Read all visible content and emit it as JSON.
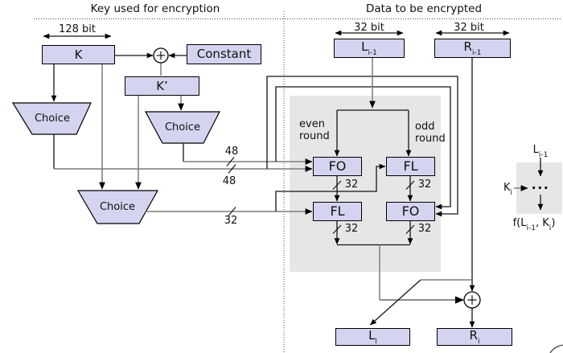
{
  "colors": {
    "box_fill": "#d4d4f0",
    "panel_fill": "#e6e6e6",
    "wire_gray": "#7d7d7d",
    "line_black": "#141414"
  },
  "headers": {
    "left": "Key used for encryption",
    "right": "Data to be encrypted"
  },
  "key_panel": {
    "width_label": "128 bit",
    "k": "K",
    "constant": "Constant",
    "k_prime": "K’",
    "choice_top": "Choice",
    "choice_mid": "Choice",
    "choice_bottom": "Choice",
    "bus_48_upper": "48",
    "bus_48_lower": "48",
    "bus_32": "32"
  },
  "data_panel": {
    "width_label_left": "32 bit",
    "width_label_right": "32 bit",
    "l_prev": {
      "base": "L",
      "sub": "i-1"
    },
    "r_prev": {
      "base": "R",
      "sub": "i-1"
    },
    "even_round": {
      "line1": "even",
      "line2": "round"
    },
    "odd_round": {
      "line1": "odd",
      "line2": "round"
    },
    "fo_even": "FO",
    "fl_odd": "FL",
    "fl_even": "FL",
    "fo_odd": "FO",
    "bus_even_mid": "32",
    "bus_odd_mid": "32",
    "bus_even_out": "32",
    "bus_odd_out": "32",
    "l_next": {
      "base": "L",
      "sub": "i"
    },
    "r_next": {
      "base": "R",
      "sub": "i"
    }
  },
  "legend": {
    "input": {
      "base": "L",
      "sub": "i-1"
    },
    "key": {
      "base": "K",
      "sub": "i"
    },
    "dots": "···",
    "output": {
      "p1": "f(L",
      "s1": "i-1",
      "p2": ", K",
      "s2": "i",
      "p3": ")"
    }
  }
}
